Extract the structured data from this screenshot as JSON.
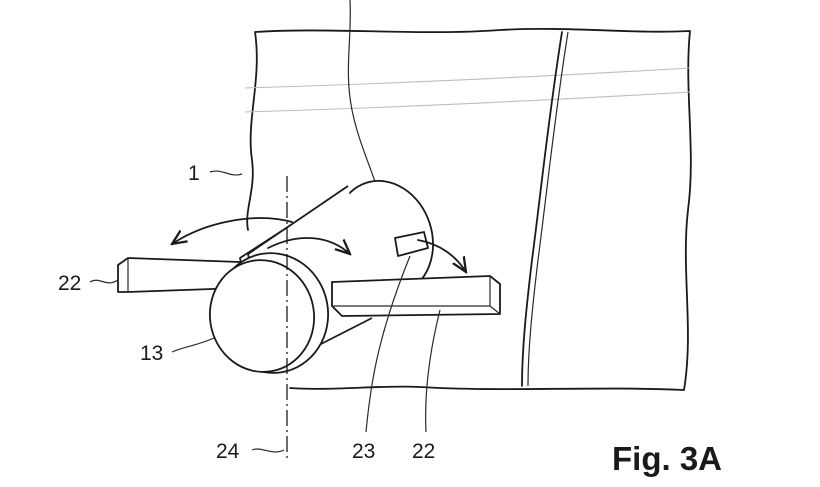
{
  "figure": {
    "title": "Fig. 3A",
    "labels": {
      "housing": "1",
      "pin_left": "22",
      "pin_right": "22",
      "knob": "13",
      "slot": "23",
      "axis": "24"
    }
  }
}
